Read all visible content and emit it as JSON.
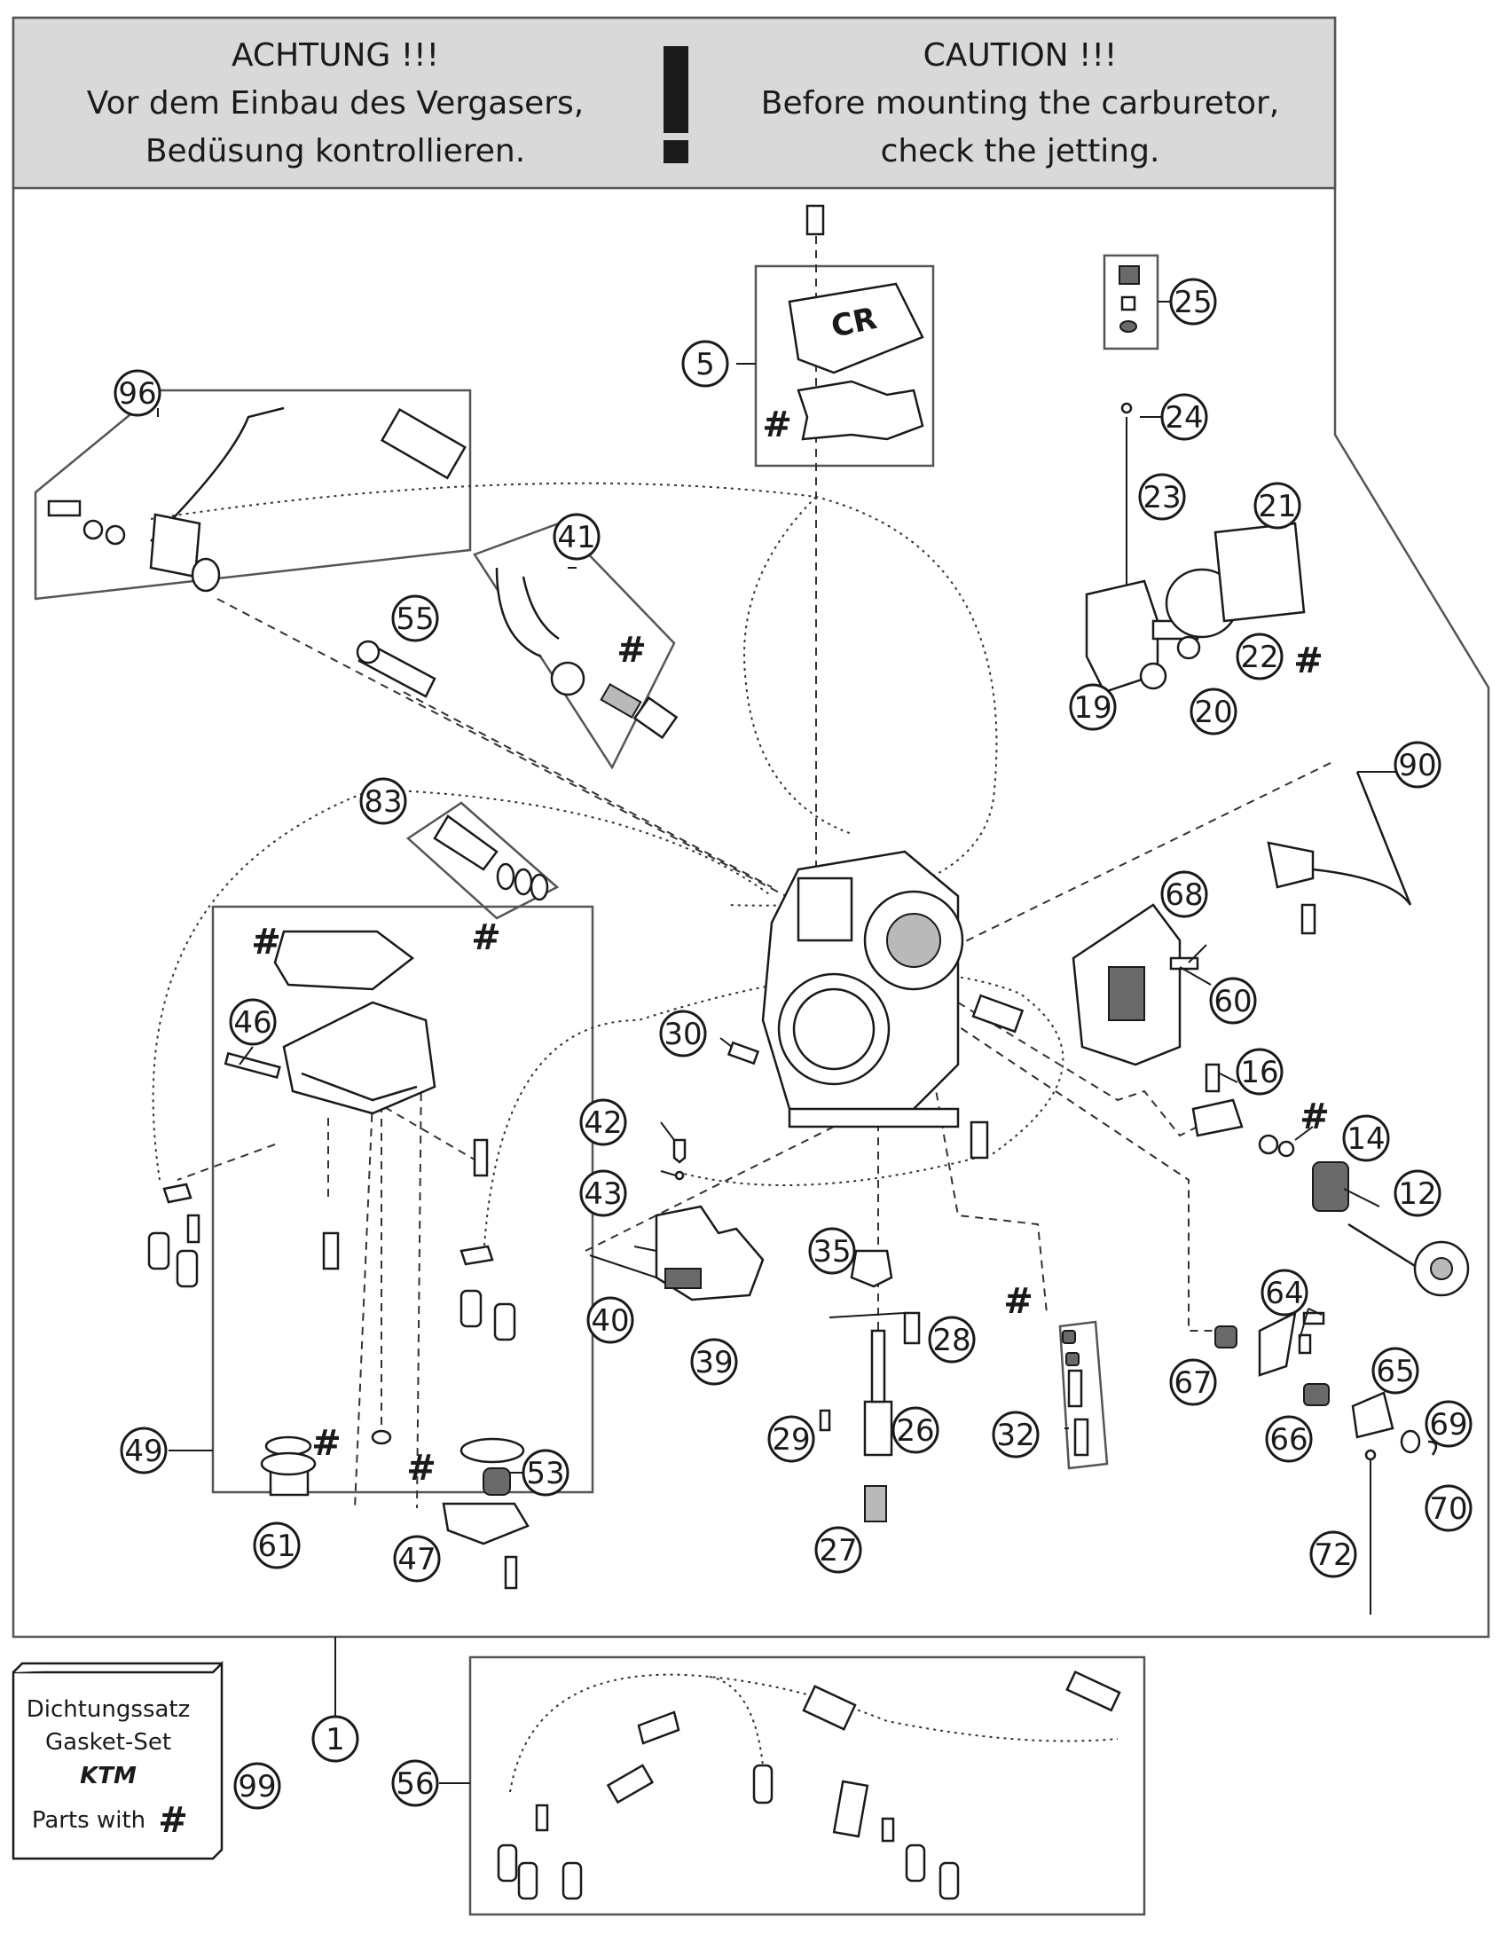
{
  "banner": {
    "left": {
      "line1": "ACHTUNG !!!",
      "line2": "Vor dem Einbau des Vergasers,",
      "line3": "Bedüsung kontrollieren."
    },
    "right": {
      "line1": "CAUTION !!!",
      "line2": "Before mounting the carburetor,",
      "line3": "check the jetting."
    },
    "mark": "!"
  },
  "hash_symbol": "#",
  "callouts": [
    "5",
    "96",
    "41",
    "55",
    "83",
    "25",
    "24",
    "23",
    "21",
    "22",
    "19",
    "20",
    "90",
    "68",
    "60",
    "16",
    "14",
    "12",
    "46",
    "30",
    "42",
    "43",
    "40",
    "39",
    "35",
    "28",
    "29",
    "26",
    "27",
    "32",
    "64",
    "67",
    "65",
    "66",
    "69",
    "70",
    "72",
    "49",
    "53",
    "61",
    "47",
    "1",
    "99",
    "56"
  ],
  "gasket_box": {
    "line1": "Dichtungssatz",
    "line2": "Gasket-Set",
    "logo": "KTM",
    "line3": "Parts with",
    "hash": "#"
  },
  "colors": {
    "banner_bg": "#d9d9d9",
    "ink": "#1a1a1a",
    "frame": "#555555"
  }
}
